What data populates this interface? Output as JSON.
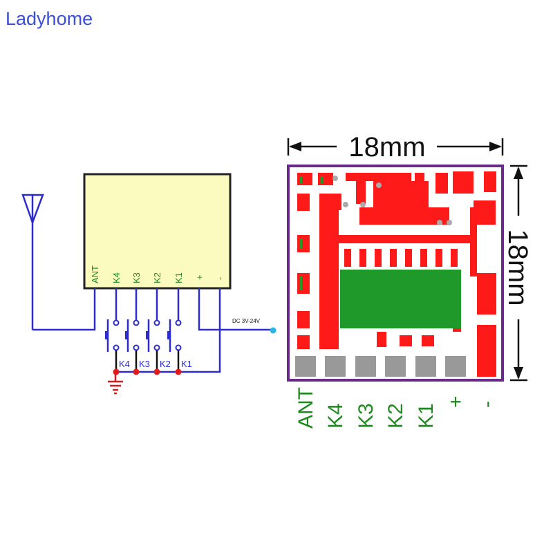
{
  "brand": "Ladyhome",
  "schematic": {
    "module_pins": [
      "ANT",
      "K4",
      "K3",
      "K2",
      "K1",
      "+",
      "-"
    ],
    "switch_labels": [
      "K4",
      "K3",
      "K2",
      "K1"
    ],
    "power_label": "DC 3V-24V"
  },
  "pcb": {
    "width_label": "18mm",
    "height_label": "18mm",
    "pin_labels": [
      "ANT",
      "K4",
      "K3",
      "K2",
      "K1",
      "+",
      "-"
    ]
  },
  "colors": {
    "wire": "#2b2bd0",
    "pin_text": "#1e8a1e",
    "trace": "#ff1a1a",
    "board_outline": "#6a2a8a",
    "chip": "#1f9a2a",
    "pad": "#999999",
    "module_fill": "#fbfbbf"
  }
}
